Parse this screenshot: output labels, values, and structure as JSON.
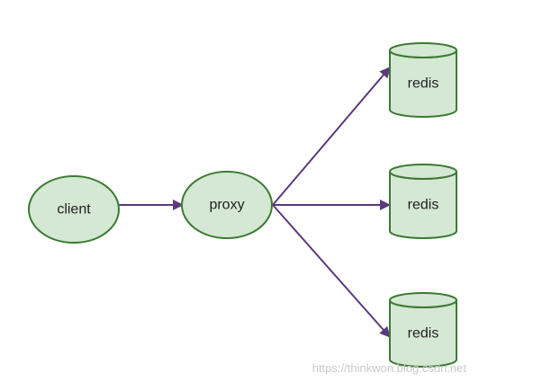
{
  "diagram": {
    "nodes": {
      "client": {
        "label": "client"
      },
      "proxy": {
        "label": "proxy"
      },
      "redis_top": {
        "label": "redis"
      },
      "redis_middle": {
        "label": "redis"
      },
      "redis_bottom": {
        "label": "redis"
      }
    },
    "watermark": "https://thinkwon.blog.csdn.net"
  },
  "colors": {
    "node_fill": "#d5e8d4",
    "node_stroke": "#3b7a32",
    "edge": "#5b3a7e",
    "text": "#1f1f1f",
    "watermark": "#c9c9c9"
  }
}
